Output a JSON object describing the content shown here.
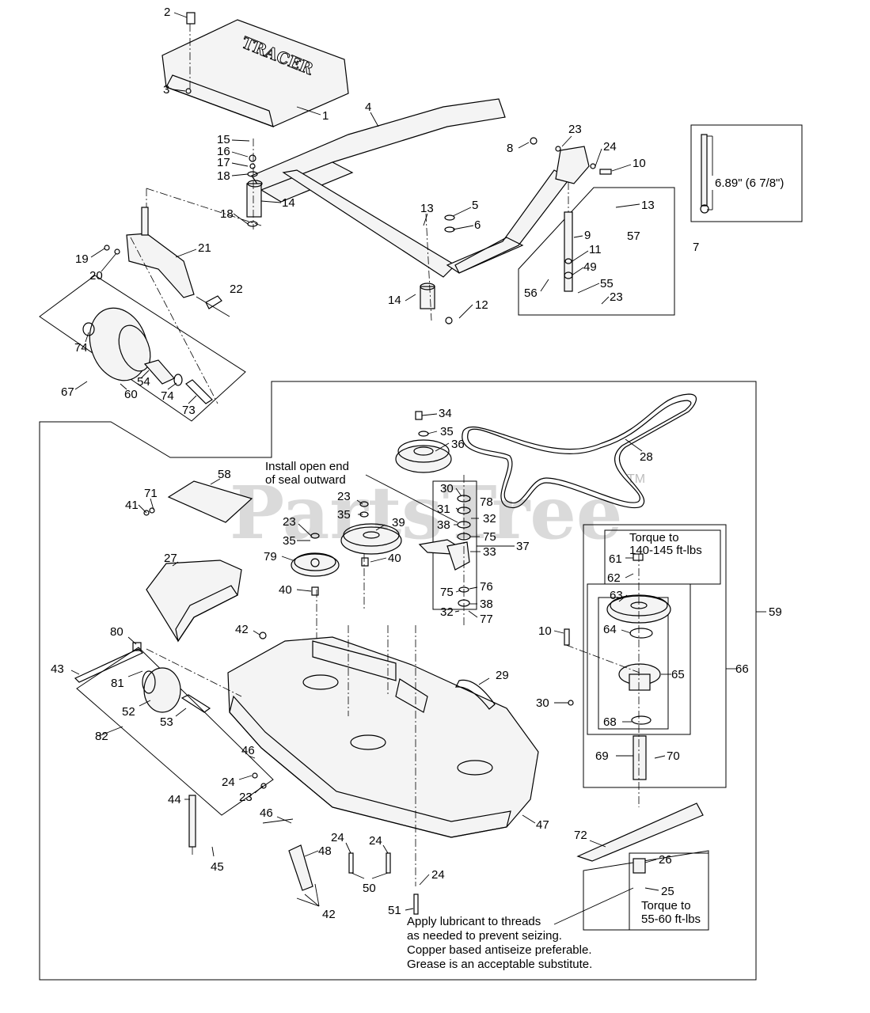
{
  "watermark": {
    "text": "PartsTree",
    "tm": "TM"
  },
  "notes": {
    "install_seal": [
      "Install open end",
      "of seal outward"
    ],
    "torque_upper": [
      "Torque to",
      "140-145 ft-lbs"
    ],
    "torque_lower": [
      "Torque to",
      "55-60 ft-lbs"
    ],
    "lubricant": [
      "Apply lubricant to threads",
      "as needed to prevent seizing.",
      "Copper based antiseize preferable.",
      "Grease is an acceptable substitute."
    ],
    "dimension": "6.89\" (6 7/8\")"
  },
  "callouts": [
    {
      "id": "c2",
      "t": "2"
    },
    {
      "id": "c3",
      "t": "3"
    },
    {
      "id": "c1",
      "t": "1"
    },
    {
      "id": "c4",
      "t": "4"
    },
    {
      "id": "c15",
      "t": "15"
    },
    {
      "id": "c16",
      "t": "16"
    },
    {
      "id": "c17",
      "t": "17"
    },
    {
      "id": "c18a",
      "t": "18"
    },
    {
      "id": "c14a",
      "t": "14"
    },
    {
      "id": "c18b",
      "t": "18"
    },
    {
      "id": "c8",
      "t": "8"
    },
    {
      "id": "c23a",
      "t": "23"
    },
    {
      "id": "c24a",
      "t": "24"
    },
    {
      "id": "c10a",
      "t": "10"
    },
    {
      "id": "c13a",
      "t": "13"
    },
    {
      "id": "c5",
      "t": "5"
    },
    {
      "id": "c6",
      "t": "6"
    },
    {
      "id": "c13b",
      "t": "13"
    },
    {
      "id": "c9",
      "t": "9"
    },
    {
      "id": "c57",
      "t": "57"
    },
    {
      "id": "c7",
      "t": "7"
    },
    {
      "id": "c11",
      "t": "11"
    },
    {
      "id": "c49",
      "t": "49"
    },
    {
      "id": "c55",
      "t": "55"
    },
    {
      "id": "c56",
      "t": "56"
    },
    {
      "id": "c23b",
      "t": "23"
    },
    {
      "id": "c19",
      "t": "19"
    },
    {
      "id": "c20",
      "t": "20"
    },
    {
      "id": "c21",
      "t": "21"
    },
    {
      "id": "c22",
      "t": "22"
    },
    {
      "id": "c14b",
      "t": "14"
    },
    {
      "id": "c12",
      "t": "12"
    },
    {
      "id": "c74a",
      "t": "74"
    },
    {
      "id": "c54",
      "t": "54"
    },
    {
      "id": "c60",
      "t": "60"
    },
    {
      "id": "c74b",
      "t": "74"
    },
    {
      "id": "c73",
      "t": "73"
    },
    {
      "id": "c67",
      "t": "67"
    },
    {
      "id": "c34",
      "t": "34"
    },
    {
      "id": "c35a",
      "t": "35"
    },
    {
      "id": "c36",
      "t": "36"
    },
    {
      "id": "c28",
      "t": "28"
    },
    {
      "id": "c58",
      "t": "58"
    },
    {
      "id": "c71",
      "t": "71"
    },
    {
      "id": "c41",
      "t": "41"
    },
    {
      "id": "c23c",
      "t": "23"
    },
    {
      "id": "c35b",
      "t": "35"
    },
    {
      "id": "c30a",
      "t": "30"
    },
    {
      "id": "c78",
      "t": "78"
    },
    {
      "id": "c31",
      "t": "31"
    },
    {
      "id": "c32a",
      "t": "32"
    },
    {
      "id": "c38a",
      "t": "38"
    },
    {
      "id": "c75a",
      "t": "75"
    },
    {
      "id": "c33",
      "t": "33"
    },
    {
      "id": "c37",
      "t": "37"
    },
    {
      "id": "c23d",
      "t": "23"
    },
    {
      "id": "c35c",
      "t": "35"
    },
    {
      "id": "c39",
      "t": "39"
    },
    {
      "id": "c79",
      "t": "79"
    },
    {
      "id": "c40a",
      "t": "40"
    },
    {
      "id": "c40b",
      "t": "40"
    },
    {
      "id": "c75b",
      "t": "75"
    },
    {
      "id": "c76",
      "t": "76"
    },
    {
      "id": "c38b",
      "t": "38"
    },
    {
      "id": "c32b",
      "t": "32"
    },
    {
      "id": "c77",
      "t": "77"
    },
    {
      "id": "c27",
      "t": "27"
    },
    {
      "id": "c61",
      "t": "61"
    },
    {
      "id": "c62",
      "t": "62"
    },
    {
      "id": "c63",
      "t": "63"
    },
    {
      "id": "c59",
      "t": "59"
    },
    {
      "id": "c64",
      "t": "64"
    },
    {
      "id": "c10b",
      "t": "10"
    },
    {
      "id": "c65",
      "t": "65"
    },
    {
      "id": "c66",
      "t": "66"
    },
    {
      "id": "c30b",
      "t": "30"
    },
    {
      "id": "c68",
      "t": "68"
    },
    {
      "id": "c69",
      "t": "69"
    },
    {
      "id": "c70",
      "t": "70"
    },
    {
      "id": "c80",
      "t": "80"
    },
    {
      "id": "c42a",
      "t": "42"
    },
    {
      "id": "c43",
      "t": "43"
    },
    {
      "id": "c81",
      "t": "81"
    },
    {
      "id": "c29",
      "t": "29"
    },
    {
      "id": "c52",
      "t": "52"
    },
    {
      "id": "c53",
      "t": "53"
    },
    {
      "id": "c82",
      "t": "82"
    },
    {
      "id": "c46a",
      "t": "46"
    },
    {
      "id": "c24b",
      "t": "24"
    },
    {
      "id": "c23e",
      "t": "23"
    },
    {
      "id": "c44",
      "t": "44"
    },
    {
      "id": "c47",
      "t": "47"
    },
    {
      "id": "c46b",
      "t": "46"
    },
    {
      "id": "c48",
      "t": "48"
    },
    {
      "id": "c24c",
      "t": "24"
    },
    {
      "id": "c24d",
      "t": "24"
    },
    {
      "id": "c45",
      "t": "45"
    },
    {
      "id": "c50",
      "t": "50"
    },
    {
      "id": "c24e",
      "t": "24"
    },
    {
      "id": "c51",
      "t": "51"
    },
    {
      "id": "c42b",
      "t": "42"
    },
    {
      "id": "c72",
      "t": "72"
    },
    {
      "id": "c26",
      "t": "26"
    },
    {
      "id": "c25",
      "t": "25"
    }
  ]
}
